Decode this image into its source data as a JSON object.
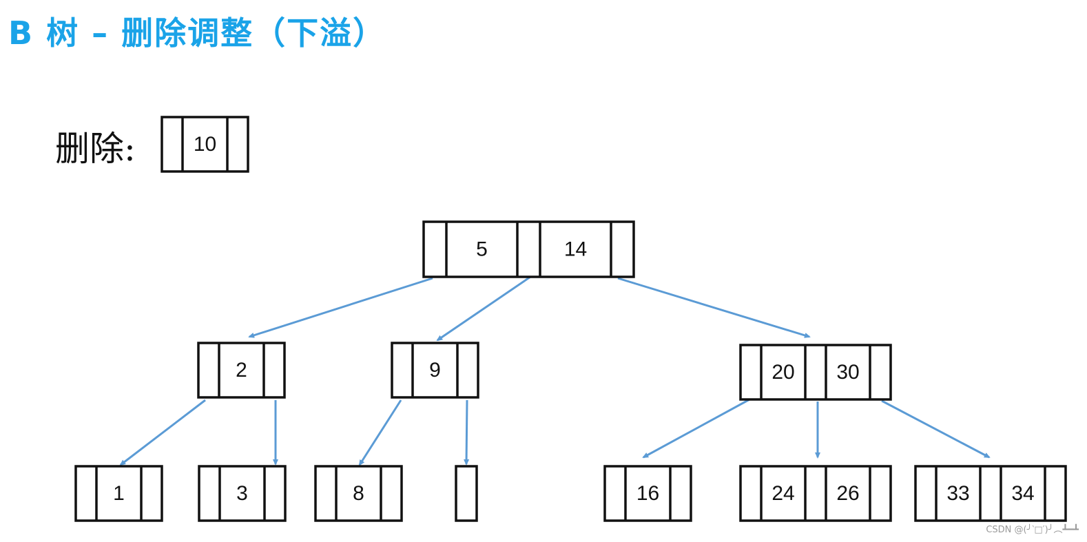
{
  "title": "B 树 – 删除调整（下溢）",
  "delete_label": "删除:",
  "colors": {
    "title": "#1aa3e8",
    "edge": "#5b9bd5",
    "node_border": "#111111"
  },
  "deleted_key": {
    "keys": [
      "10"
    ]
  },
  "tree": {
    "root": {
      "keys": [
        "5",
        "14"
      ]
    },
    "level1": [
      {
        "keys": [
          "2"
        ]
      },
      {
        "keys": [
          "9"
        ]
      },
      {
        "keys": [
          "20",
          "30"
        ]
      }
    ],
    "level2": [
      {
        "keys": [
          "1"
        ]
      },
      {
        "keys": [
          "3"
        ]
      },
      {
        "keys": [
          "8"
        ]
      },
      {
        "keys": []
      },
      {
        "keys": [
          "16"
        ]
      },
      {
        "keys": [
          "24",
          "26"
        ]
      },
      {
        "keys": [
          "33",
          "34"
        ]
      }
    ]
  },
  "watermark": "CSDN @(╯‵□′)╯︵┻━┻"
}
